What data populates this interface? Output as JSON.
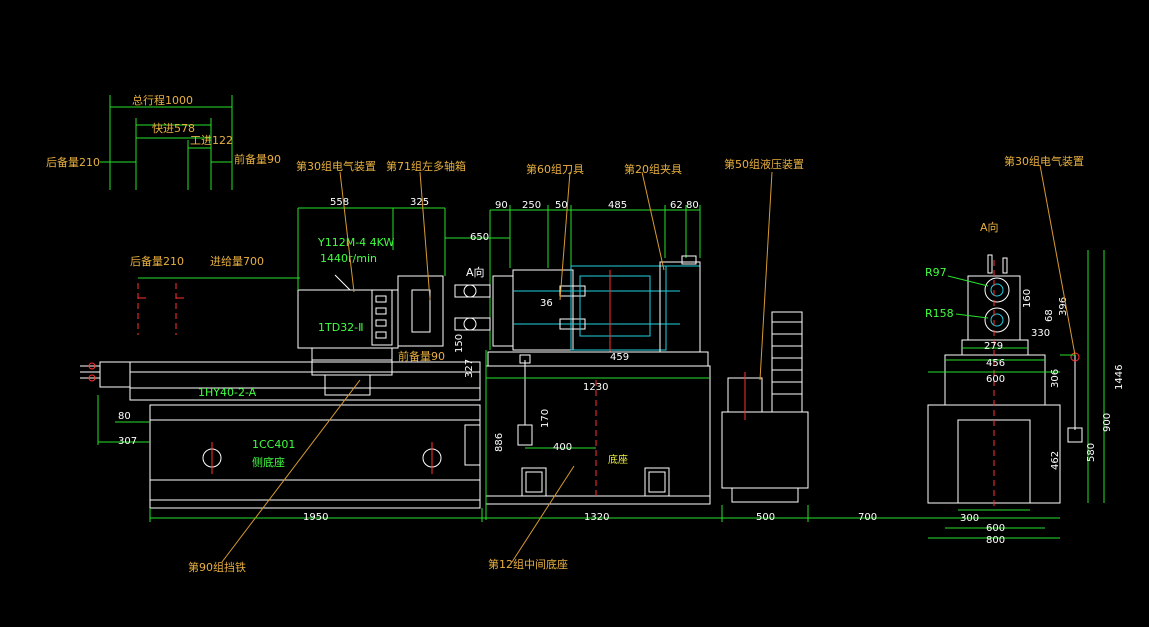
{
  "drawing": {
    "labels": {
      "group30_electrical_left": "第30组电气装置",
      "group71_multiaxle": "第71组左多轴箱",
      "group60_tool": "第60组刀具",
      "group20_fixture": "第20组夹具",
      "group50_hydraulic": "第50组液压装置",
      "group30_electrical_right": "第30组电气装置",
      "group90_stop": "第90组挡铁",
      "group12_base": "第12组中间底座",
      "side_base_model": "1CC401",
      "side_base_name": "侧底座",
      "base_name": "底座",
      "motor_model": "Y112M-4 4KW",
      "motor_speed": "1440r/min",
      "head_model": "1TD32-Ⅱ",
      "slide_model": "1HY40-2-A",
      "view_a_left": "A向",
      "view_a_right": "A向"
    },
    "stroke_dims": {
      "total_stroke": "总行程1000",
      "rapid": "快进578",
      "work_feed": "工进122",
      "rear_reserve": "后备量210",
      "front_reserve": "前备量90",
      "rear_reserve_2": "后备量210",
      "feed_amount": "进给量700",
      "front_reserve_2": "前备量90"
    },
    "dims": {
      "d558": "558",
      "d325": "325",
      "d650": "650",
      "d90": "90",
      "d250": "250",
      "d50": "50",
      "d485": "485",
      "d62": "62",
      "d80": "80",
      "d36": "36",
      "d459": "459",
      "d150": "150",
      "d327": "327",
      "d1230": "1230",
      "d170": "170",
      "d400": "400",
      "d886": "886",
      "d80b": "80",
      "d307": "307",
      "d1950": "1950",
      "d1320": "1320",
      "d500": "500",
      "d700": "700",
      "d300": "300",
      "d600b": "600",
      "d800": "800",
      "r97": "R97",
      "r158": "R158",
      "d160": "160",
      "d68": "68",
      "d330": "330",
      "d396": "396",
      "d279": "279",
      "d456": "456",
      "d600": "600",
      "d306": "306",
      "d1446": "1446",
      "d900": "900",
      "d462": "462",
      "d580": "580"
    },
    "colors": {
      "background": "#000000",
      "outline": "#ffffff",
      "dimension": "#28e028",
      "leader": "#d89a30",
      "component": "#20d0e0",
      "centerline": "#ff3030",
      "annotation": "#e8b040"
    }
  }
}
